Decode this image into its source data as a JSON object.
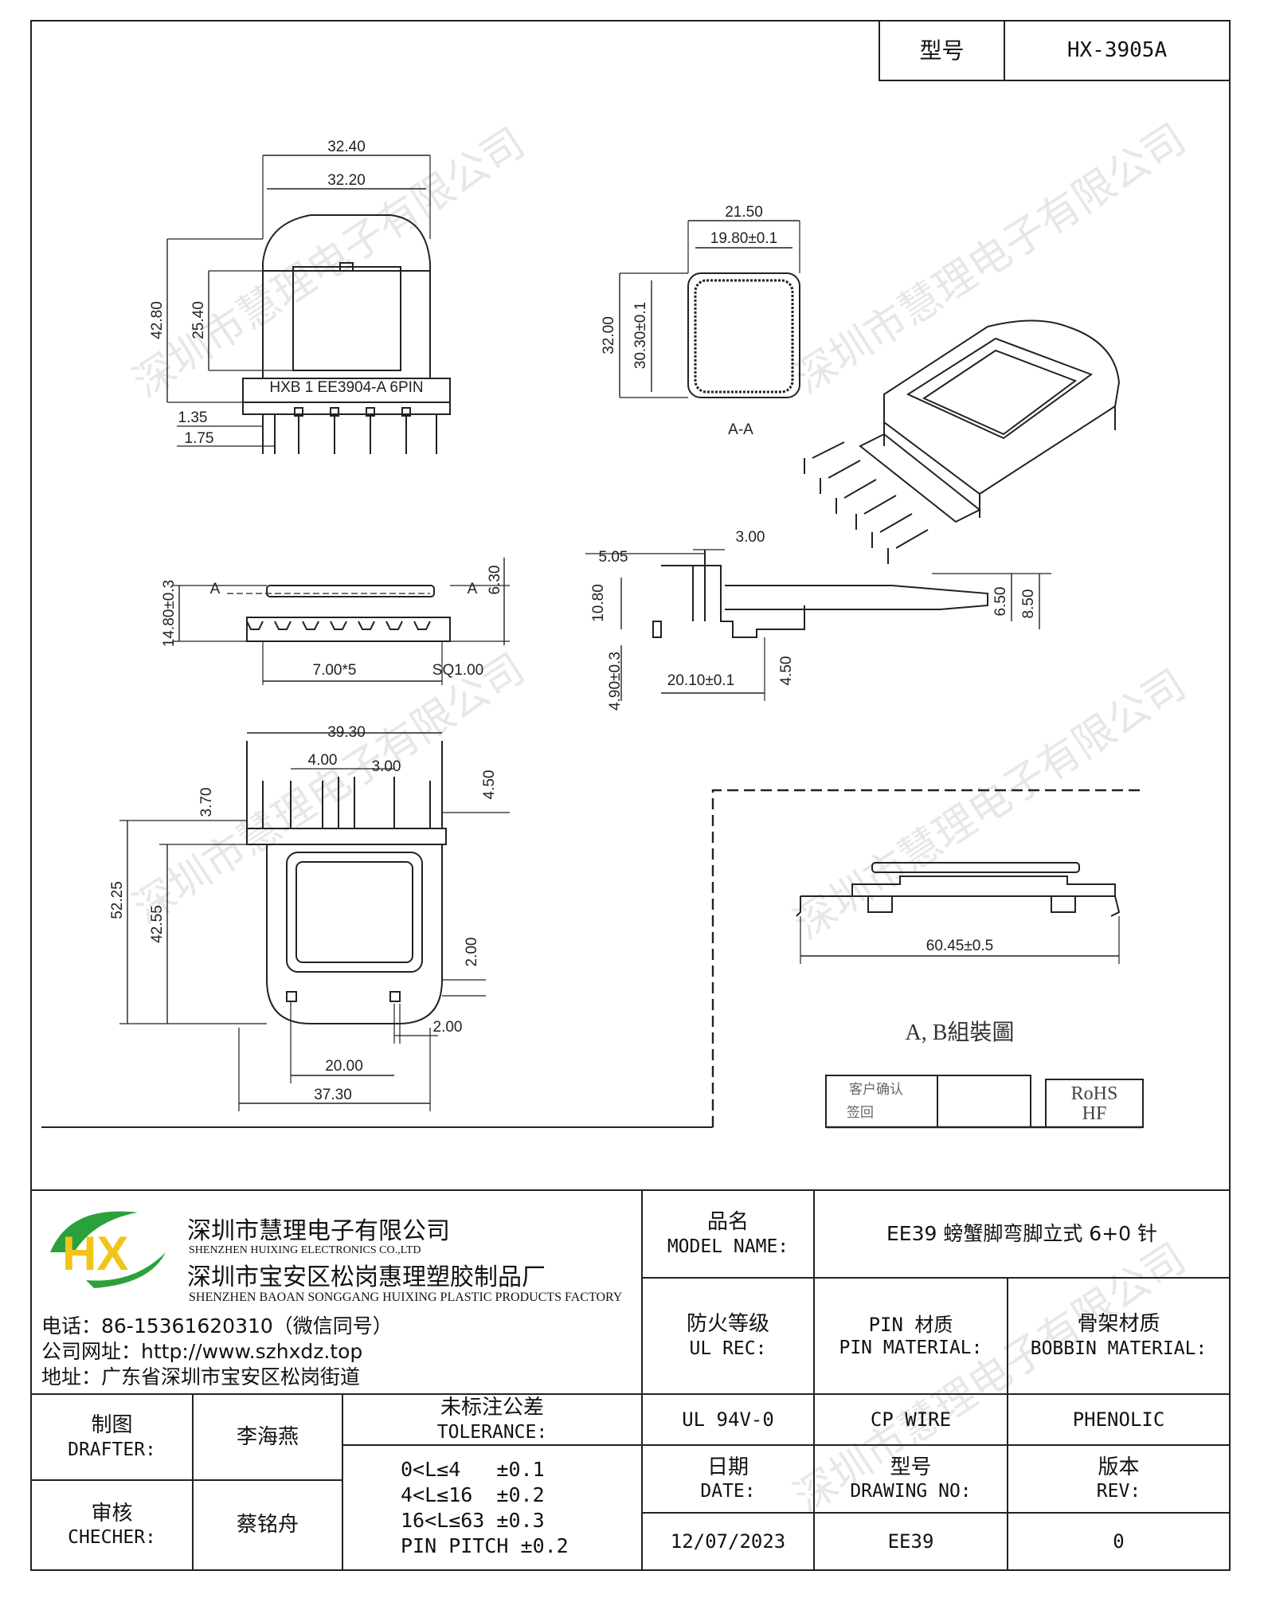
{
  "header": {
    "model_label": "型号",
    "model_value": "HX-3905A"
  },
  "drawing": {
    "front": {
      "d_top_outer": "32.40",
      "d_top_inner": "32.20",
      "d_height": "42.80",
      "d_window": "25.40",
      "d_pin1": "1.35",
      "d_pin2": "1.75",
      "marking": "HXB 1 EE3904-A 6PIN"
    },
    "section": {
      "d_w_outer": "21.50",
      "d_w_inner": "19.80±0.1",
      "d_h_outer": "32.00",
      "d_h_inner": "30.30±0.1",
      "label": "A-A"
    },
    "side": {
      "d_total": "14.80±0.3",
      "d_top": "6.30",
      "d_pitch": "7.00*5",
      "d_sq": "SQ1.00",
      "section_mark": "A"
    },
    "profile": {
      "d_505": "5.05",
      "d_300": "3.00",
      "d_1080": "10.80",
      "d_650": "6.50",
      "d_850": "8.50",
      "d_490": "4.90±0.3",
      "d_2010": "20.10±0.1",
      "d_450": "4.50"
    },
    "bottom": {
      "d_3930": "39.30",
      "d_400": "4.00",
      "d_300": "3.00",
      "d_370": "3.70",
      "d_450": "4.50",
      "d_5225": "52.25",
      "d_4255": "42.55",
      "d_200a": "2.00",
      "d_200b": "2.00",
      "d_2000": "20.00",
      "d_3730": "37.30"
    },
    "assembly": {
      "d_total": "60.45±0.5",
      "caption": "A, B組裝圖",
      "confirm_line1": "客户确认",
      "confirm_line2": "签回",
      "rohs": "RoHS",
      "hf": "HF"
    }
  },
  "watermark": "深圳市慧理电子有限公司",
  "company": {
    "logo_text": "HX",
    "name_cn": "深圳市慧理电子有限公司",
    "name_en": "SHENZHEN HUIXING ELECTRONICS CO.,LTD",
    "factory_cn": "深圳市宝安区松岗惠理塑胶制品厂",
    "factory_en": "SHENZHEN BAOAN SONGGANG HUIXING PLASTIC PRODUCTS FACTORY",
    "phone": "电话：86-15361620310（微信同号）",
    "website": "公司网址：http://www.szhxdz.top",
    "address": "地址：广东省深圳市宝安区松岗街道"
  },
  "title_block": {
    "model_name_cn": "品名",
    "model_name_en": "MODEL NAME:",
    "model_name_value": "EE39 螃蟹脚弯脚立式 6+0 针",
    "ul_cn": "防火等级",
    "ul_en": "UL REC:",
    "ul_value": "UL 94V-0",
    "pin_cn": "PIN 材质",
    "pin_en": "PIN MATERIAL:",
    "pin_value": "CP WIRE",
    "bobbin_cn": "骨架材质",
    "bobbin_en": "BOBBIN MATERIAL:",
    "bobbin_value": "PHENOLIC",
    "drafter_cn": "制图",
    "drafter_en": "DRAFTER:",
    "drafter_name": "李海燕",
    "checker_cn": "审核",
    "checker_en": "CHECHER:",
    "checker_name": "蔡铭舟",
    "tol_cn": "未标注公差",
    "tol_en": "TOLERANCE:",
    "tol_lines": [
      "0<L≤4   ±0.1",
      "4<L≤16  ±0.2",
      "16<L≤63 ±0.3",
      "PIN PITCH ±0.2"
    ],
    "date_cn": "日期",
    "date_en": "DATE:",
    "date_value": "12/07/2023",
    "drawing_no_cn": "型号",
    "drawing_no_en": "DRAWING NO:",
    "drawing_no_value": "EE39",
    "rev_cn": "版本",
    "rev_en": "REV:",
    "rev_value": "0"
  }
}
